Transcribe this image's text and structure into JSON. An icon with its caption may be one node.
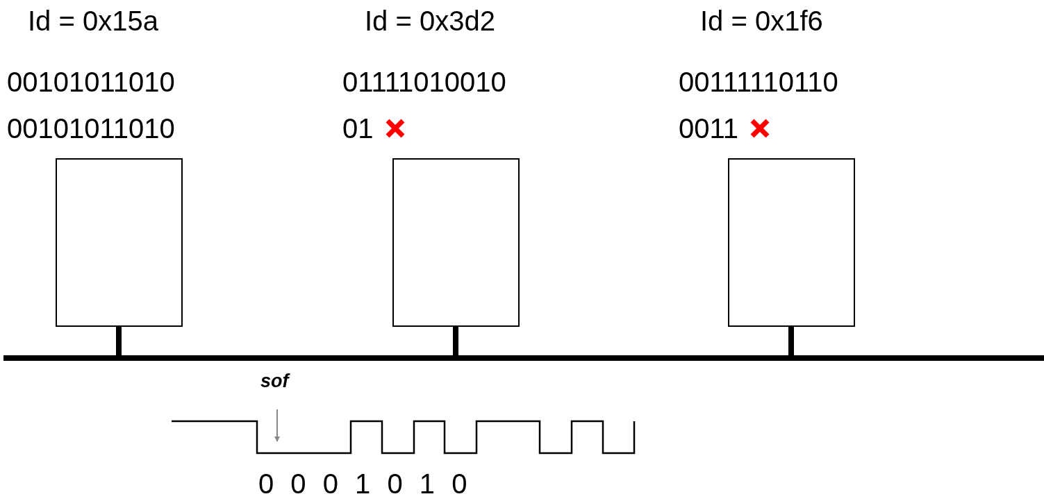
{
  "diagram": {
    "nodes": [
      {
        "text": [
          "Id = 0x15a",
          "00101011010",
          "00101011010"
        ]
      },
      {
        "text": [
          "Id = 0x3d2",
          "01111010010",
          "01"
        ]
      },
      {
        "text": [
          "Id = 0x1f6",
          "00111110110",
          "0011"
        ]
      },
      {
        "text": [],
        "shape": "bar"
      },
      {
        "text": [
          "sof"
        ]
      }
    ],
    "edges": [
      {
        "from": 0,
        "to": 3,
        "arrow": "none"
      },
      {
        "from": 1,
        "to": 3,
        "arrow": "none"
      },
      {
        "from": 2,
        "to": 3,
        "arrow": "none"
      },
      {
        "from": 4,
        "to": null,
        "arrow": "to",
        "color": "#888888"
      }
    ],
    "labels": [
      "0 0 0 1 0 1 0"
    ]
  }
}
